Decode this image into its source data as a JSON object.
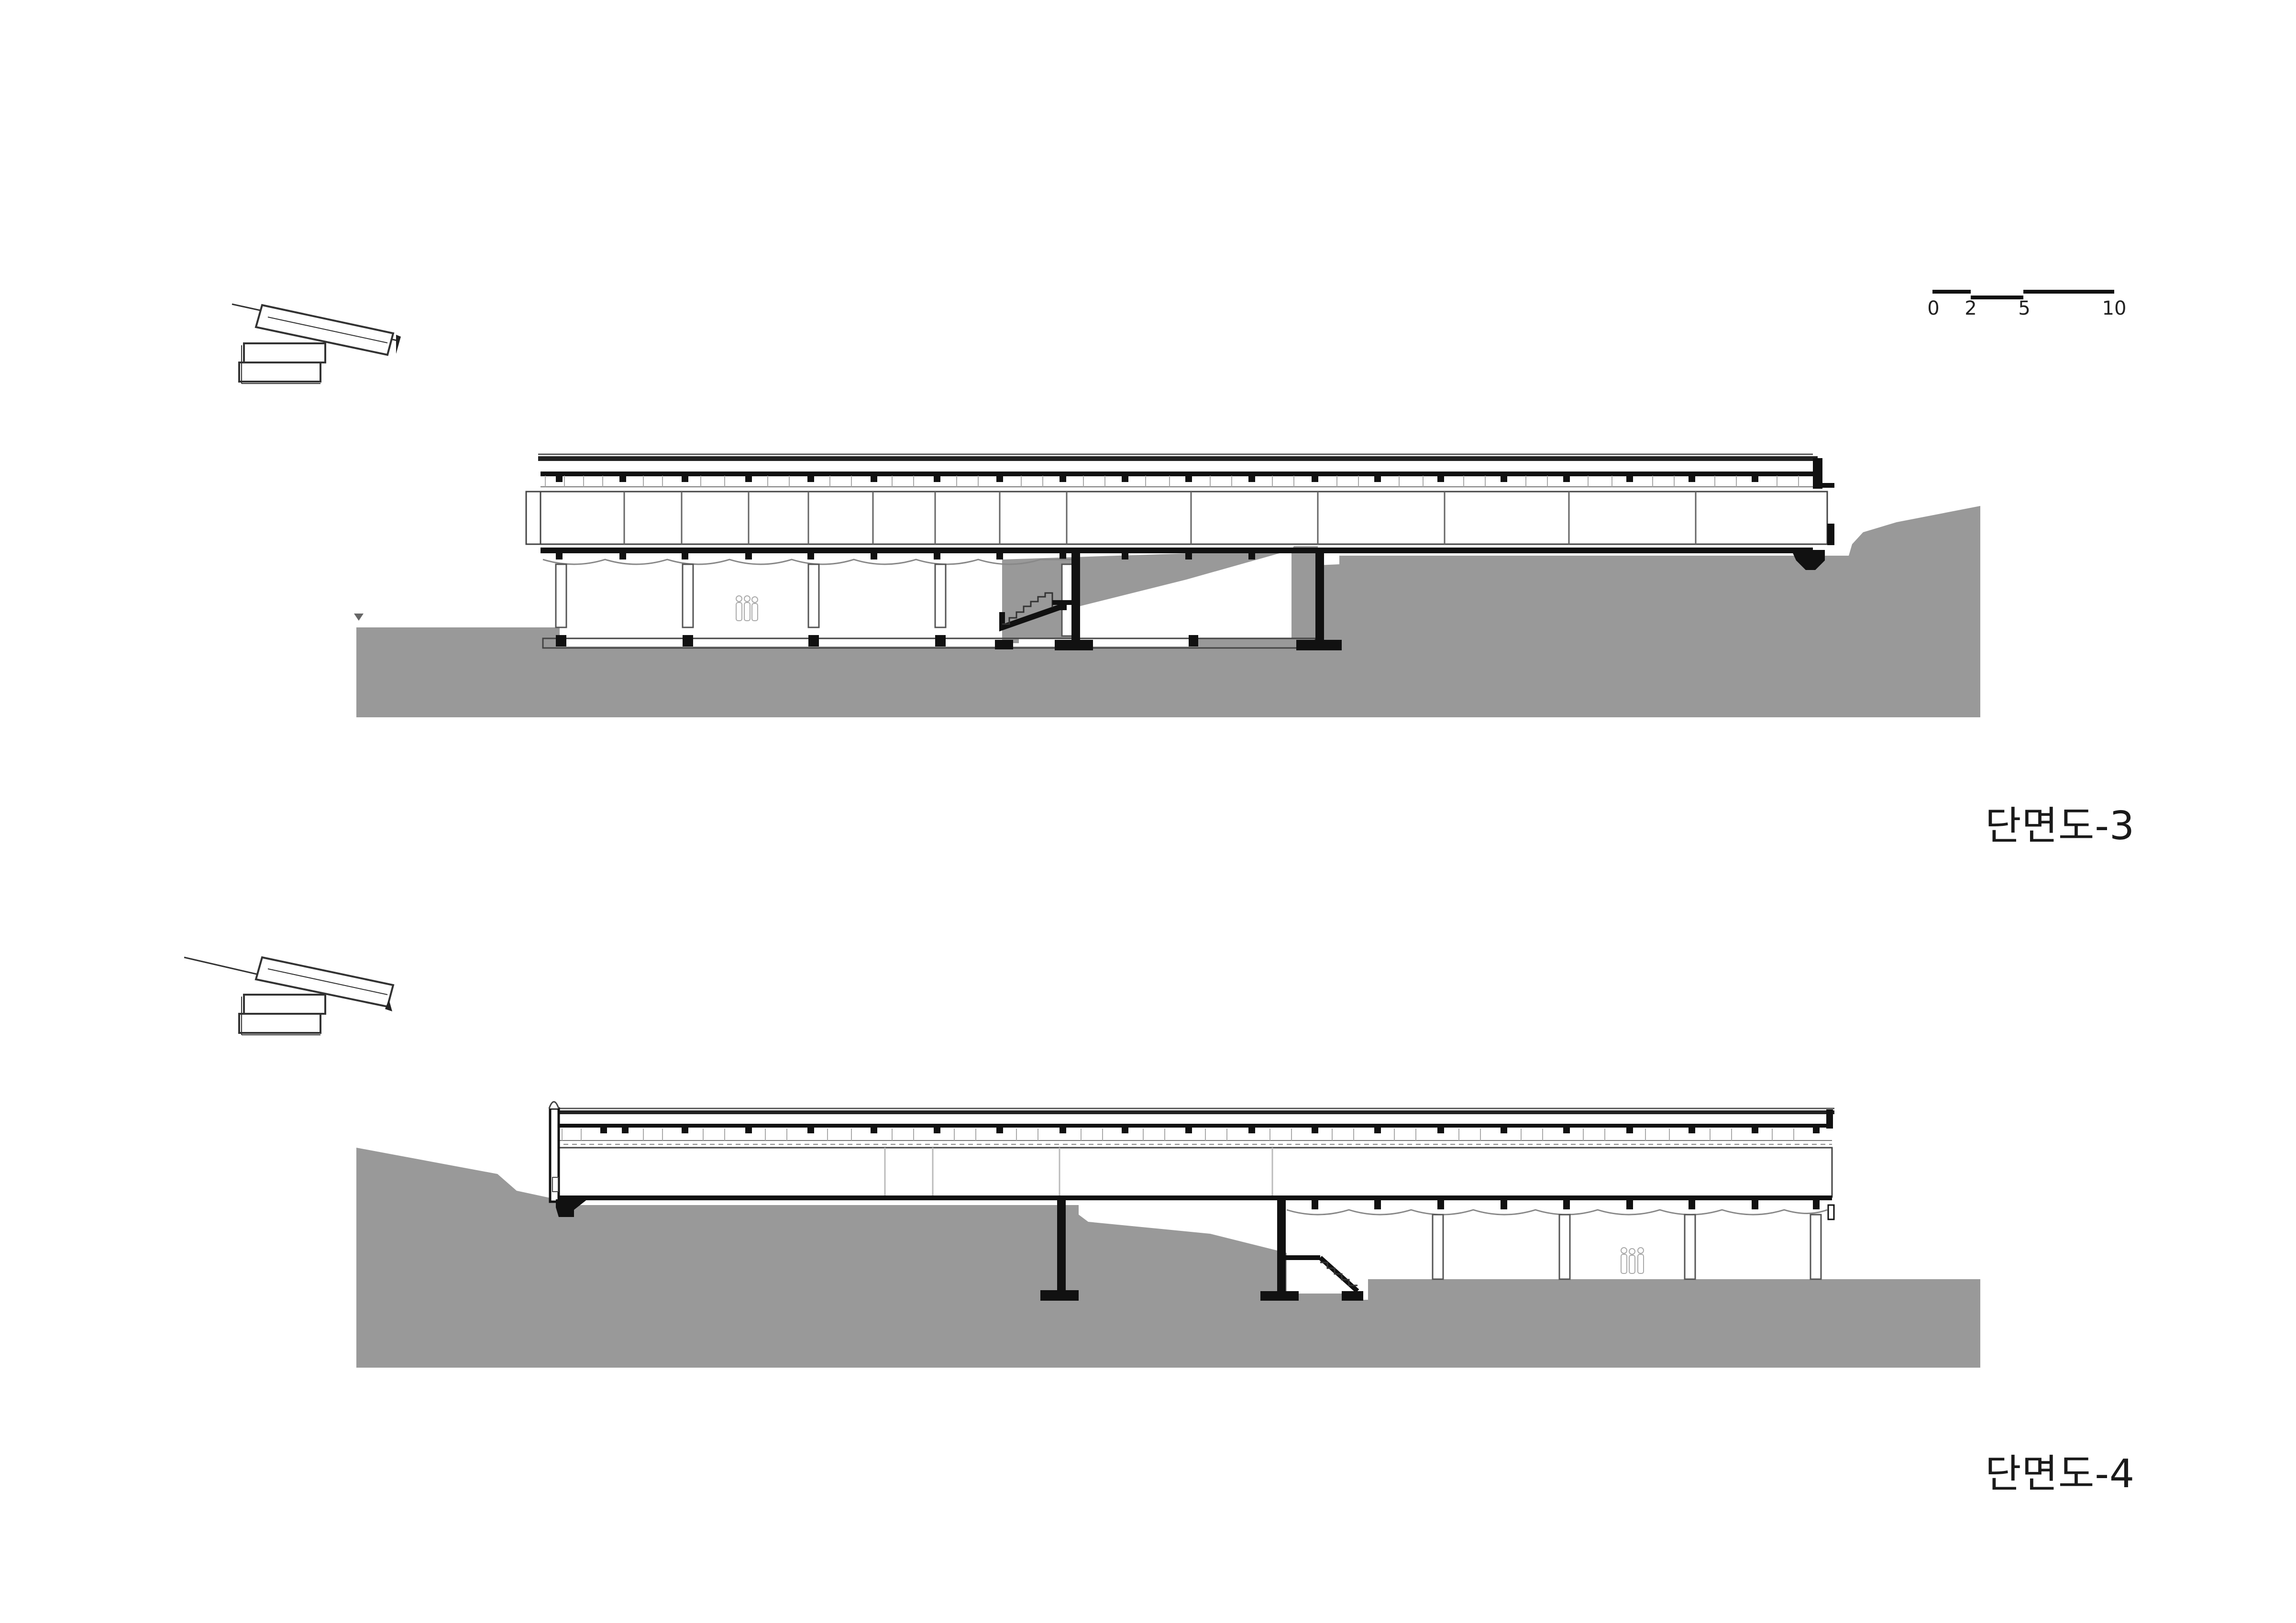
{
  "scale_bar": {
    "labels": [
      "0",
      "2",
      "5",
      "10"
    ]
  },
  "sections": [
    {
      "title": "단면도-3"
    },
    {
      "title": "단면도-4"
    }
  ],
  "colors": {
    "ground": "#999999",
    "structure": "#111111",
    "line": "#333333",
    "thin": "#8a8a8a",
    "background": "#ffffff"
  }
}
